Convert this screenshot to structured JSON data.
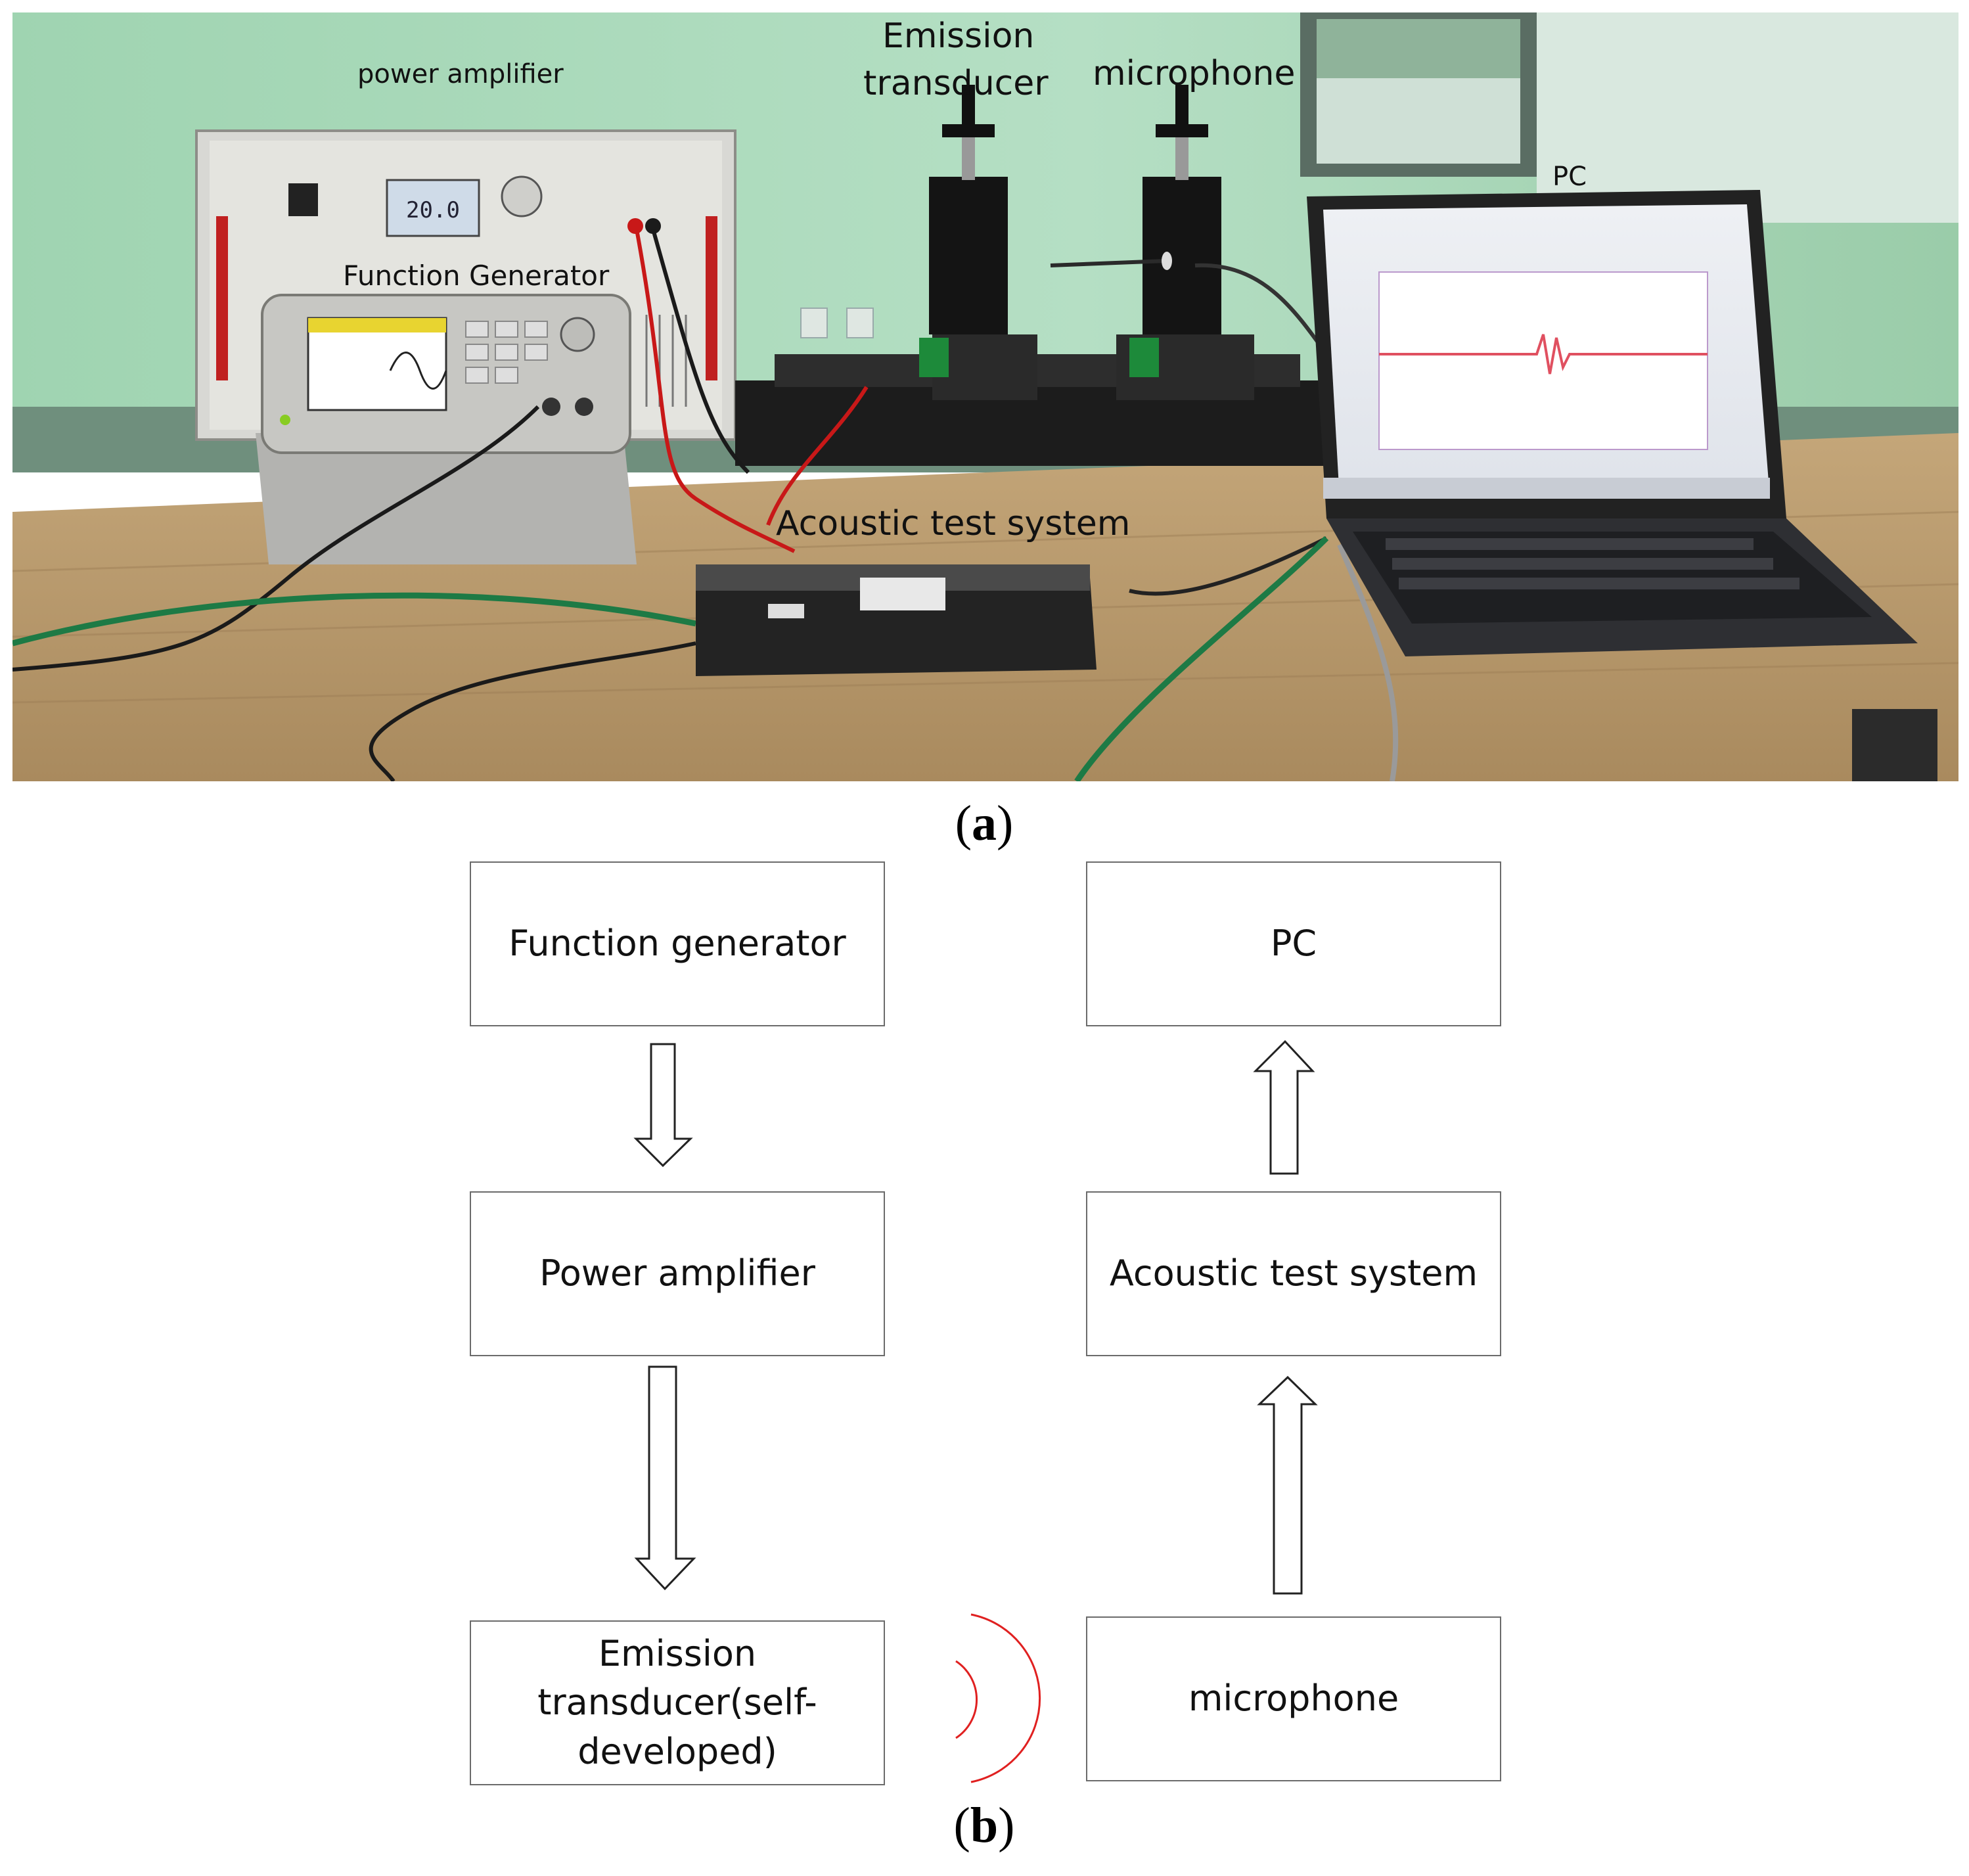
{
  "panel_a": {
    "labels": {
      "power_amplifier": "power amplifier",
      "emission_transducer_line1": "Emission",
      "emission_transducer_line2": "transducer",
      "microphone": "microphone",
      "pc": "PC",
      "function_generator": "Function Generator",
      "acoustic_test_system": "Acoustic test system"
    },
    "amplifier_display": "20.0",
    "caption": "a"
  },
  "panel_b": {
    "boxes": {
      "function_generator": "Function generator",
      "power_amplifier": "Power amplifier",
      "emission_line1": "Emission",
      "emission_line2": "transducer(self-",
      "emission_line3": "developed)",
      "pc": "PC",
      "acoustic_test_system": "Acoustic test system",
      "microphone": "microphone"
    },
    "caption": "b",
    "colors": {
      "box_border": "#6b6b6b",
      "arrow_stroke": "#222222",
      "wave": "#e02020"
    }
  }
}
